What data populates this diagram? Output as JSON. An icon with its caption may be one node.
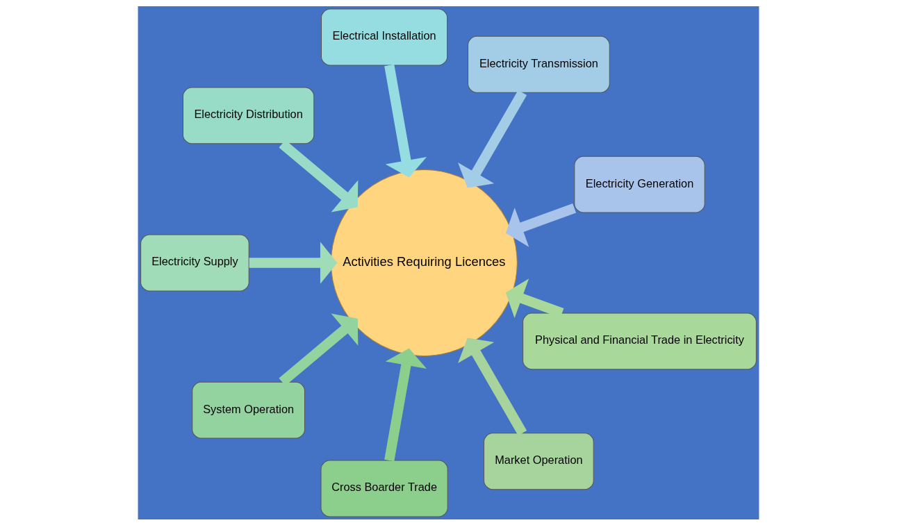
{
  "diagram": {
    "nodes": [
      {
        "text": [
          "Electricity Generation"
        ]
      },
      {
        "text": [
          "Electricity Transmission"
        ]
      },
      {
        "text": [
          "Electrical Installation"
        ]
      },
      {
        "text": [
          "Electricity Distribution"
        ]
      },
      {
        "text": [
          "Electricity Supply"
        ]
      },
      {
        "text": [
          "System Operation"
        ]
      },
      {
        "text": [
          "Cross Boarder Trade"
        ]
      },
      {
        "text": [
          "Market Operation"
        ]
      },
      {
        "text": [
          "Physical and Financial Trade in Electricity"
        ]
      },
      {
        "text": [
          "Activities Requiring Licences"
        ]
      }
    ],
    "edges": [
      {
        "from": 0,
        "to": 9,
        "arrow": "to",
        "color": "#a9c4ea"
      },
      {
        "from": 1,
        "to": 9,
        "arrow": "to",
        "color": "#a3cce6"
      },
      {
        "from": 2,
        "to": 9,
        "arrow": "to",
        "color": "#95dde0"
      },
      {
        "from": 3,
        "to": 9,
        "arrow": "to",
        "color": "#98dcc8"
      },
      {
        "from": 4,
        "to": 9,
        "arrow": "to",
        "color": "#a0dcb8"
      },
      {
        "from": 5,
        "to": 9,
        "arrow": "to",
        "color": "#92d3a0"
      },
      {
        "from": 6,
        "to": 9,
        "arrow": "to",
        "color": "#8ccf8c"
      },
      {
        "from": 7,
        "to": 9,
        "arrow": "to",
        "color": "#a6d49c"
      },
      {
        "from": 8,
        "to": 9,
        "arrow": "to",
        "color": "#a8d89a"
      }
    ]
  }
}
